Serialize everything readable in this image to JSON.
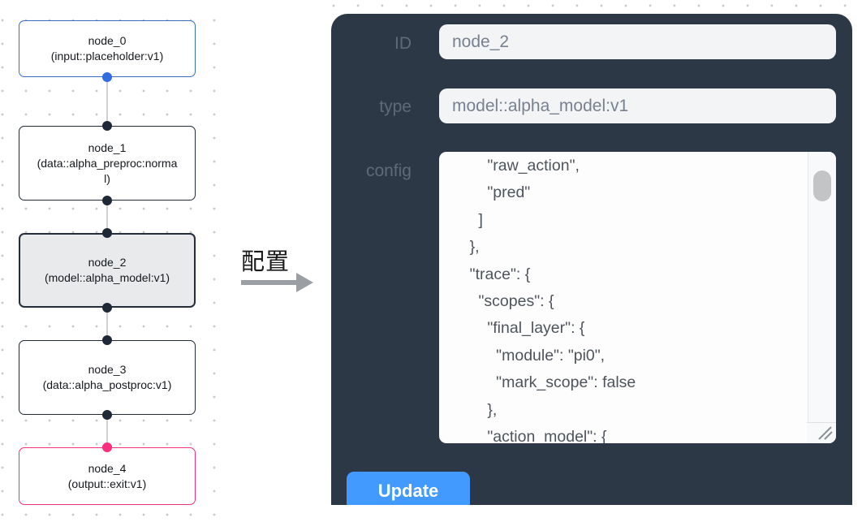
{
  "flow_canvas": {
    "nodes": [
      {
        "title": "node_0",
        "subtitle": "(input::placeholder:v1)",
        "selected": false
      },
      {
        "title": "node_1",
        "subtitle": "(data::alpha_preproc:normal)",
        "selected": false
      },
      {
        "title": "node_2",
        "subtitle": "(model::alpha_model:v1)",
        "selected": true
      },
      {
        "title": "node_3",
        "subtitle": "(data::alpha_postproc:v1)",
        "selected": false
      },
      {
        "title": "node_4",
        "subtitle": "(output::exit:v1)",
        "selected": false
      }
    ]
  },
  "transition": {
    "label": "配置"
  },
  "config_panel": {
    "id_field": {
      "label": "ID",
      "value": "node_2"
    },
    "type_field": {
      "label": "type",
      "value": "model::alpha_model:v1"
    },
    "config_field": {
      "label": "config",
      "value": "        \"raw_action\",\n        \"pred\"\n      ]\n    },\n    \"trace\": {\n      \"scopes\": {\n        \"final_layer\": {\n          \"module\": \"pi0\",\n          \"mark_scope\": false\n        },\n        \"action_model\": {"
    },
    "update_button": "Update"
  },
  "colors": {
    "panel_bg": "#2d3847",
    "button_blue": "#429aff",
    "node_input_border": "#3a6bd3",
    "node_output_border": "#f5317f",
    "node_default_border": "#232c3a",
    "selected_node_bg": "#e8eaec",
    "port_blue": "#2e6ce0",
    "port_dark": "#1f2836",
    "port_pink": "#fb2e7e"
  }
}
